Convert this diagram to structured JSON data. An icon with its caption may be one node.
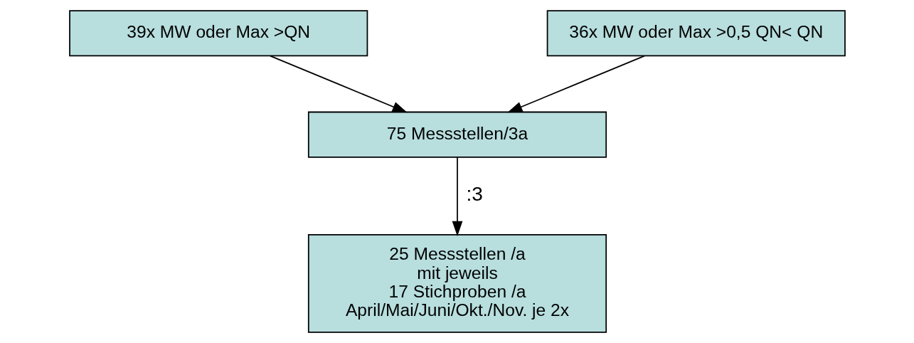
{
  "diagram": {
    "nodes": [
      {
        "text": [
          "39x MW oder Max >QN"
        ]
      },
      {
        "text": [
          "36x MW oder Max >0,5 QN< QN"
        ]
      },
      {
        "text": [
          "75 Messstellen/3a"
        ]
      },
      {
        "text": [
          "25 Messstellen /a",
          "mit jeweils",
          "17 Stichproben /a",
          "April/Mai/Juni/Okt./Nov. je 2x"
        ]
      }
    ],
    "edges": [
      {
        "from": 0,
        "to": 2,
        "arrow": "to"
      },
      {
        "from": 1,
        "to": 2,
        "arrow": "to"
      },
      {
        "from": 2,
        "to": 3,
        "arrow": "to",
        "label": ":3"
      }
    ]
  }
}
